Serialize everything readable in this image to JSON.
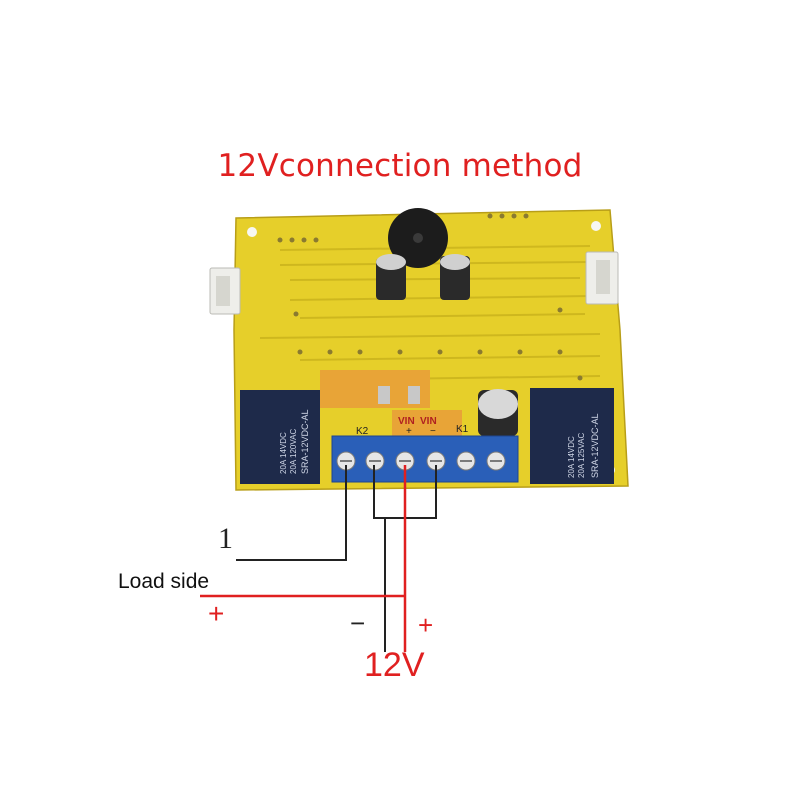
{
  "title": "12Vconnection method",
  "labels": {
    "wire_one": "1",
    "load_side": "Load side",
    "load_plus": "+",
    "supply_minus": "−",
    "supply_plus": "+",
    "voltage": "12V"
  },
  "board": {
    "terminal_k2": "K2",
    "terminal_k1": "K1",
    "vin_left": "VIN",
    "vin_right": "VIN",
    "vin_plus": "+",
    "vin_minus": "−",
    "relay_left_text": [
      "20A 14VDC",
      "20A 120VAC",
      "SRA-12VDC-AL"
    ],
    "relay_right_text": [
      "20A 14VDC",
      "20A 125VAC",
      "SRA-12VDC-AL"
    ]
  },
  "colors": {
    "title": "#e02020",
    "board": "#e6cf2a",
    "terminal_block": "#2a5fb8",
    "relay": "#1e2a4a",
    "positive_wire": "#e02020",
    "ground_wire": "#222222"
  }
}
